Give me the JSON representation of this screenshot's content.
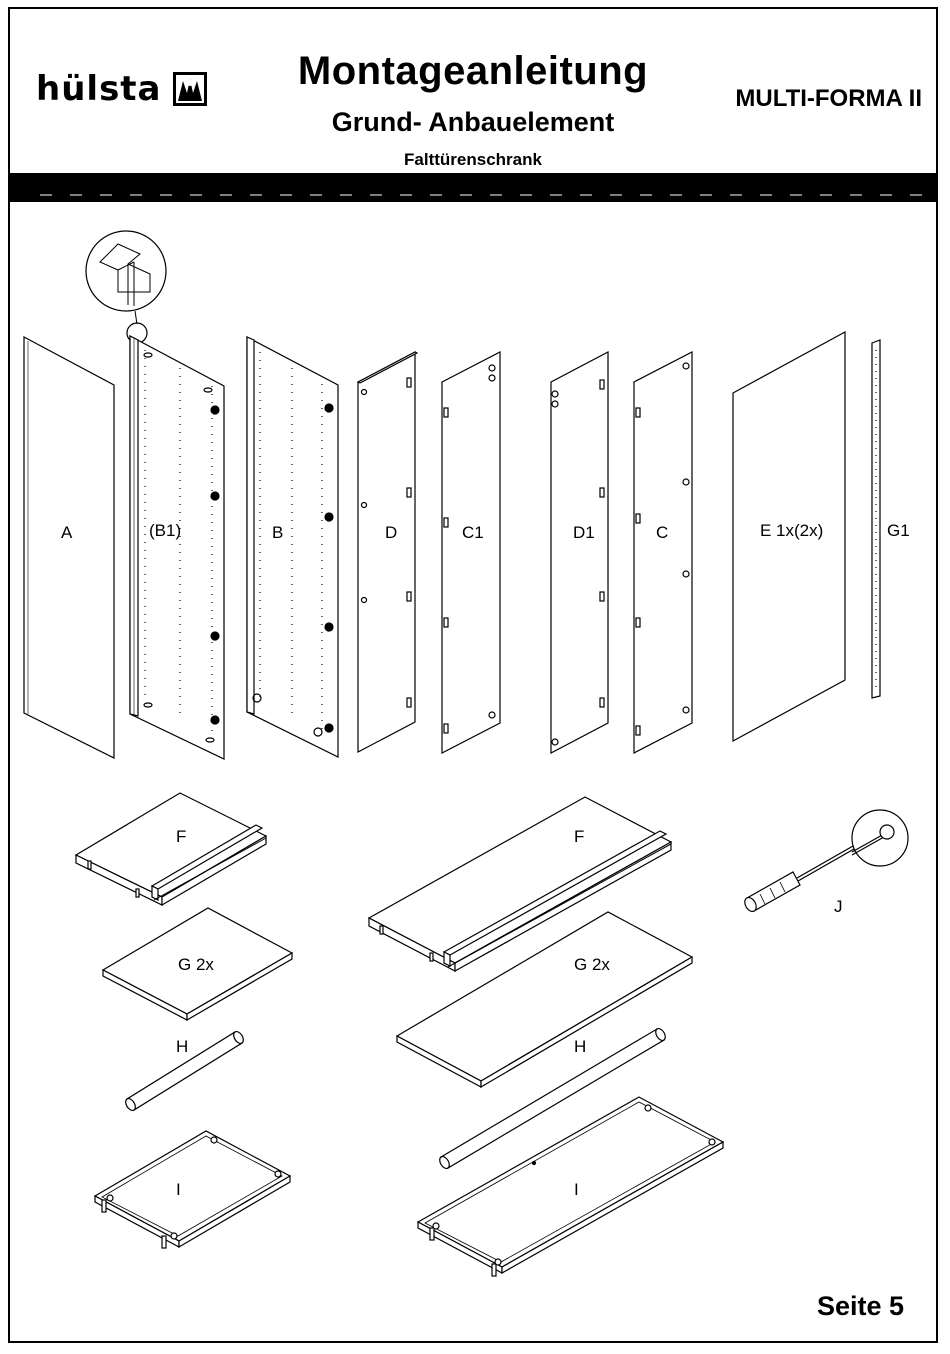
{
  "header": {
    "brand": "hülsta",
    "title": "Montageanleitung",
    "subtitle": "Grund- Anbauelement",
    "subtitle2": "Falttürenschrank",
    "model": "MULTI-FORMA II"
  },
  "parts": {
    "A": "A",
    "B1": "(B1)",
    "B": "B",
    "D": "D",
    "C1": "C1",
    "D1": "D1",
    "C": "C",
    "E": "E 1x(2x)",
    "G1": "G1",
    "F_small": "F",
    "F_large": "F",
    "G_small": "G 2x",
    "G_large": "G 2x",
    "H_small": "H",
    "H_large": "H",
    "I_small": "I",
    "I_large": "I",
    "J": "J"
  },
  "footer": {
    "page": "Seite 5"
  }
}
